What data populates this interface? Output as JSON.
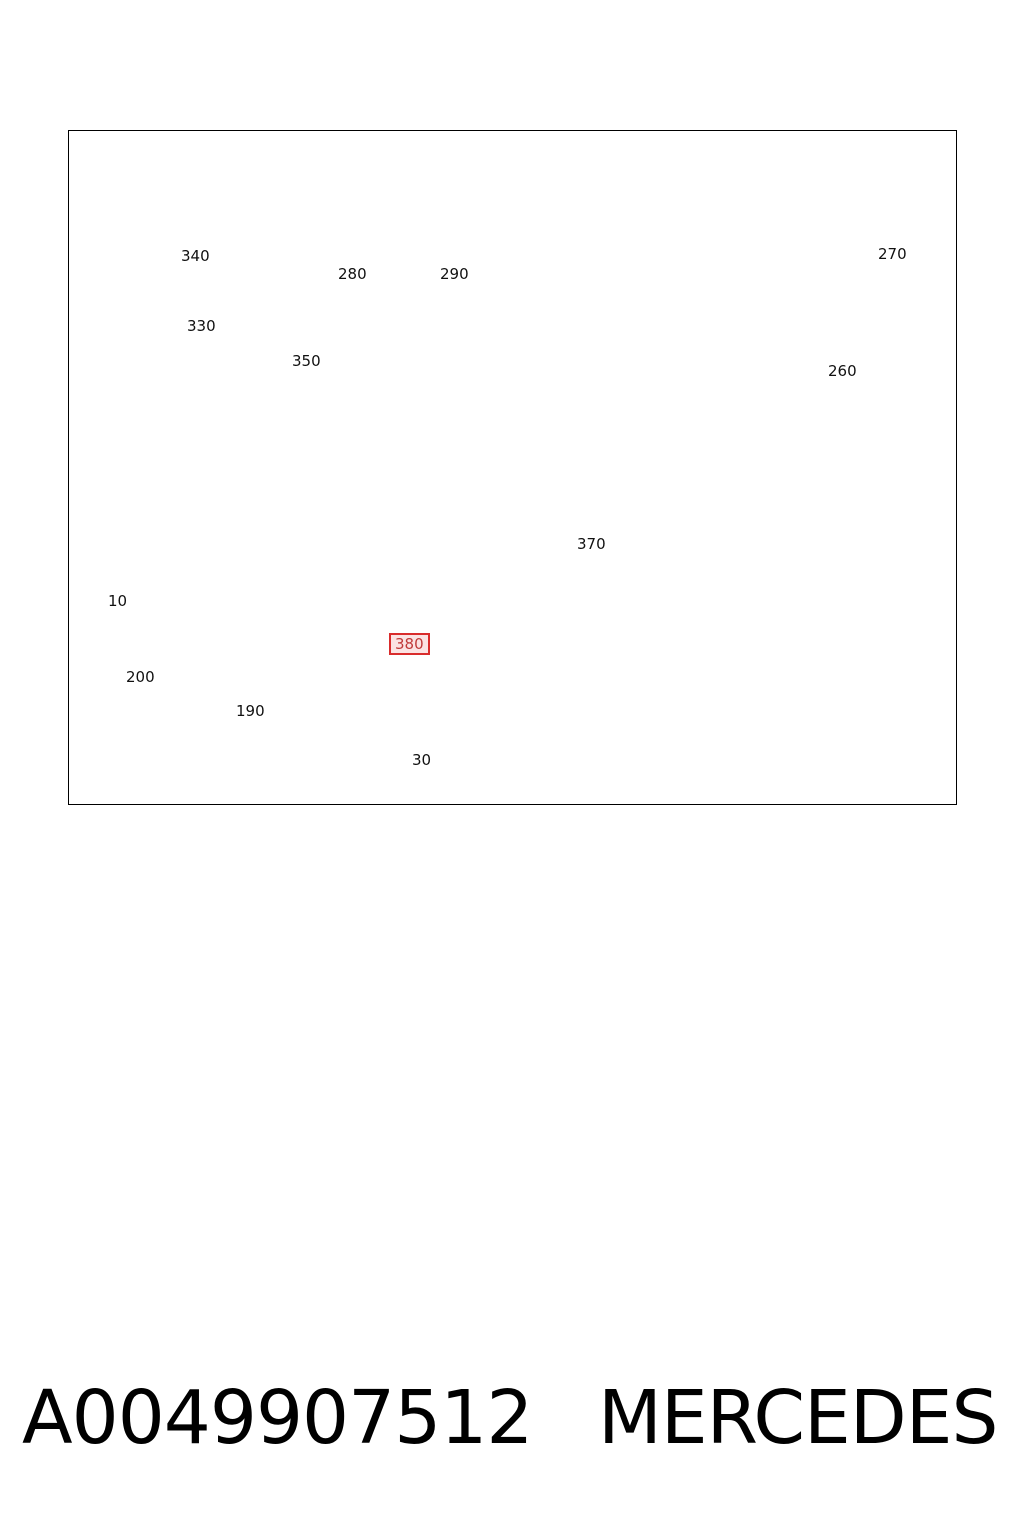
{
  "callouts": {
    "c10": "10",
    "c30": "30",
    "c190": "190",
    "c200": "200",
    "c260": "260",
    "c270": "270",
    "c280": "280",
    "c290": "290",
    "c330": "330",
    "c340": "340",
    "c350": "350",
    "c370": "370",
    "c380": "380"
  },
  "highlighted_callout": "380",
  "highlight_color": "#d92c2c",
  "footer": {
    "part_number": "A0049907512",
    "brand": "MERCEDES"
  }
}
